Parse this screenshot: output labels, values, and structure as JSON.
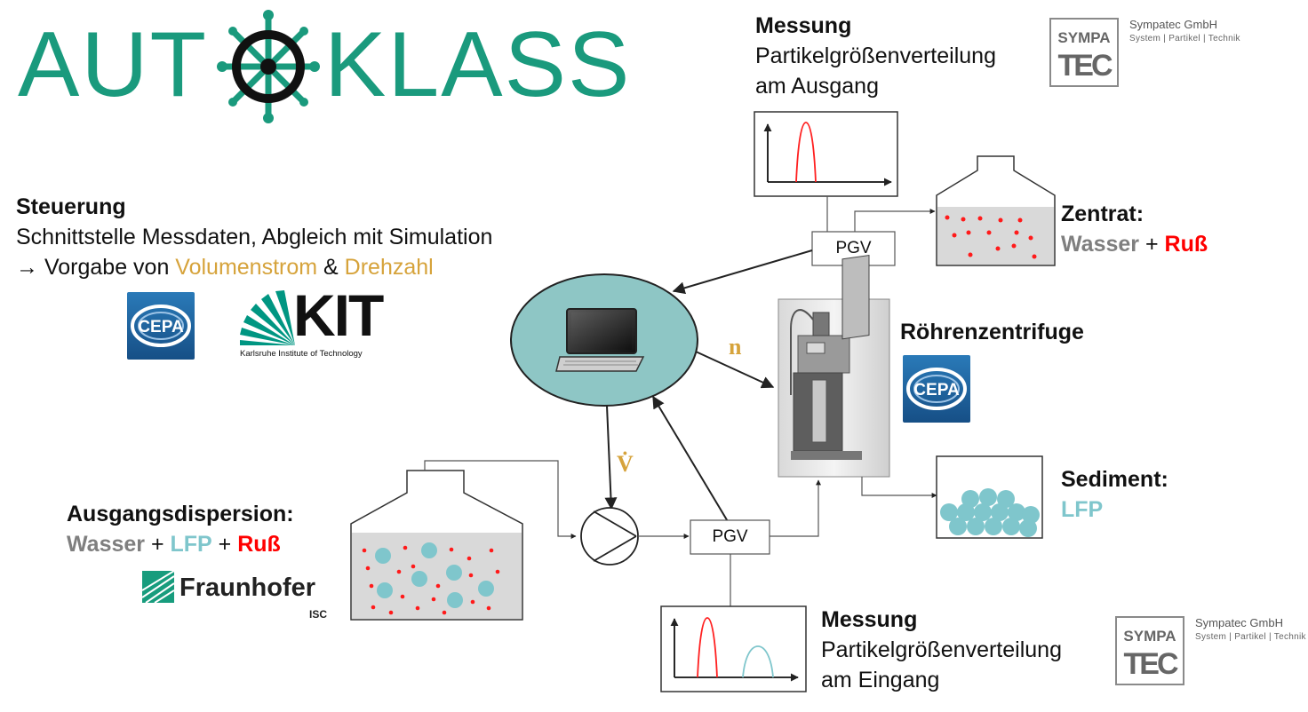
{
  "logo": {
    "part1": "AUT",
    "part2": "KLASS",
    "color": "#1a9a7d"
  },
  "steuerung": {
    "title": "Steuerung",
    "line1": "Schnittstelle Messdaten, Abgleich mit Simulation",
    "arrow": "→",
    "prefix": "Vorgabe von ",
    "volumenstrom": "Volumenstrom",
    "amp": " & ",
    "drehzahl": "Drehzahl"
  },
  "messung_out": {
    "title": "Messung",
    "line1": "Partikelgrößenverteilung",
    "line2": "am Ausgang"
  },
  "messung_in": {
    "title": "Messung",
    "line1": "Partikelgrößenverteilung",
    "line2": "am Eingang"
  },
  "sympatec": {
    "name": "Sympatec GmbH",
    "tagline": "System | Partikel | Technik",
    "logo_top": "SYMPA",
    "logo_bottom": "TEC"
  },
  "zentrat": {
    "title": "Zentrat:",
    "water": "Wasser",
    "plus": " + ",
    "soot": "Ruß"
  },
  "centrifuge": {
    "title": "Röhrenzentrifuge"
  },
  "sediment": {
    "title": "Sediment:",
    "material": "LFP"
  },
  "dispersion": {
    "title": "Ausgangsdispersion:",
    "water": "Wasser",
    "plus1": " + ",
    "lfp": "LFP",
    "plus2": " + ",
    "soot": "Ruß"
  },
  "pgv": {
    "top": "PGV",
    "bottom": "PGV"
  },
  "symbols": {
    "n": "n",
    "v": "V̇"
  },
  "kit": {
    "logo": "KIT",
    "subtitle": "Karlsruhe Institute of Technology"
  },
  "cepa": {
    "logo": "CEPA"
  },
  "fraunhofer": {
    "name": "Fraunhofer",
    "sub": "ISC"
  },
  "colors": {
    "teal": "#1a9a7d",
    "red": "#ff0000",
    "cyan": "#7fc6cc",
    "gold": "#d6a33b",
    "grey": "#7f7f7f",
    "controller": "#8ec6c5"
  }
}
